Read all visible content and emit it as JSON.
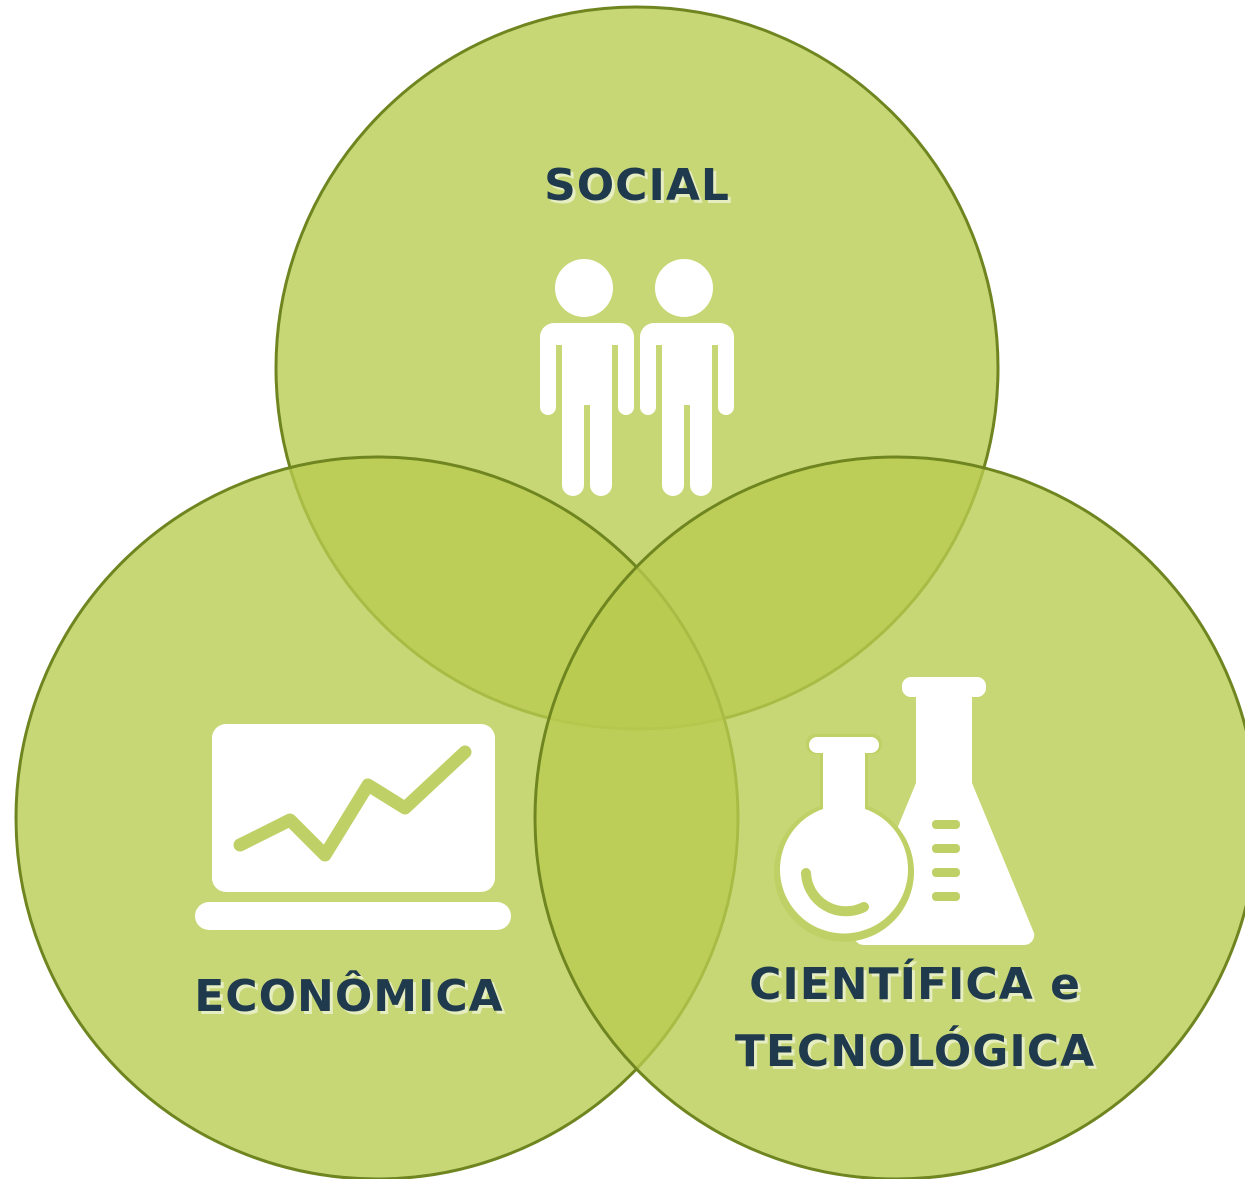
{
  "diagram": {
    "circles": [
      {
        "id": "social",
        "label_lines": [
          "SOCIAL"
        ],
        "icon": "people-icon"
      },
      {
        "id": "economica",
        "label_lines": [
          "ECONÔMICA"
        ],
        "icon": "laptop-chart-icon"
      },
      {
        "id": "cientifica",
        "label_lines": [
          "CIENTÍFICA e",
          "TECNOLÓGICA"
        ],
        "icon": "lab-flasks-icon"
      }
    ],
    "colors": {
      "fill": "#bfd066",
      "stroke": "#6f8520",
      "label": "#1f3a4d",
      "icon": "#ffffff"
    }
  }
}
